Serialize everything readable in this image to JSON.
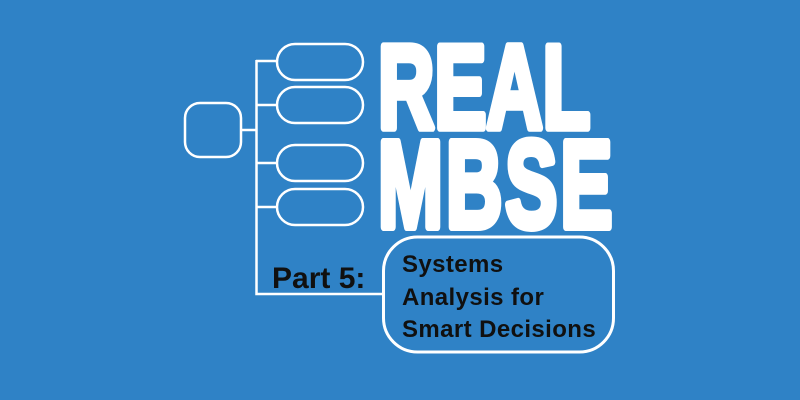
{
  "colors": {
    "background": "#2F82C6",
    "line": "#FFFFFF",
    "title": "#FFFFFF",
    "text": "#101010"
  },
  "title": {
    "line1": "REAL",
    "line2": "MBSE"
  },
  "part_label": "Part 5:",
  "topic_box": {
    "line1": "Systems",
    "line2": "Analysis for",
    "line3": "Smart Decisions"
  },
  "diagram": {
    "root_nodes": 1,
    "child_nodes": 4
  }
}
